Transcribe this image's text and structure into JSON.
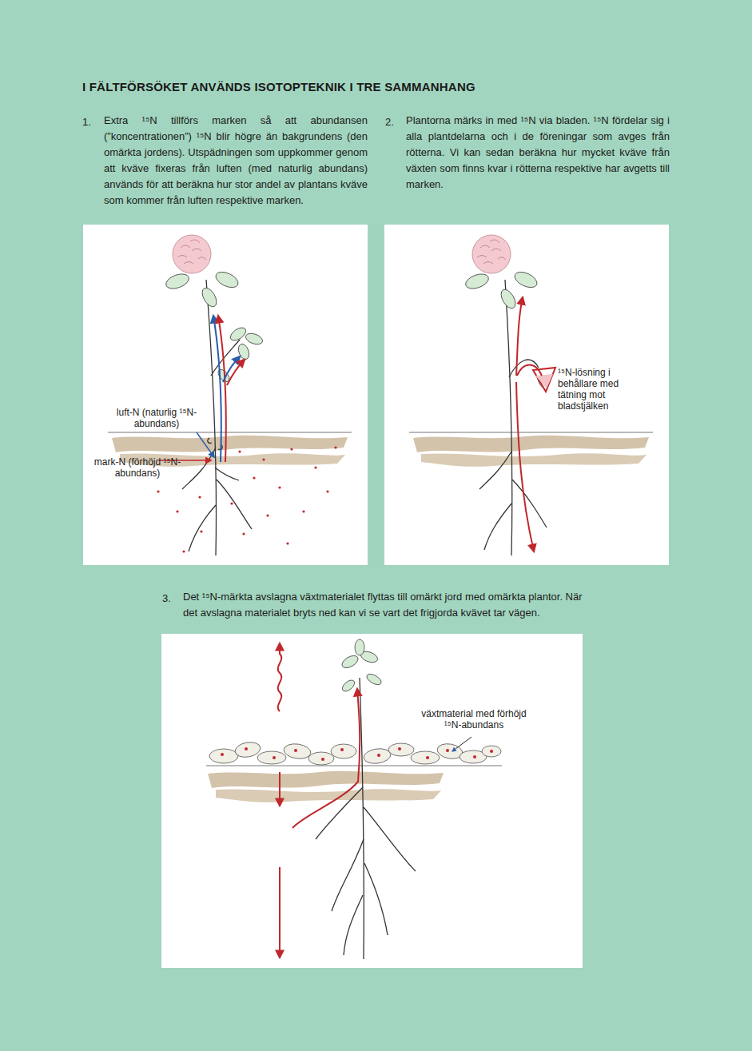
{
  "diagram": {
    "title": "I FÄLTFÖRSÖKET ANVÄNDS ISOTOPTEKNIK I TRE SAMMANHANG",
    "nodes": [
      {
        "text": [
          "luft-N (naturlig ¹⁵N-abundans)",
          "mark-N (förhöjd ¹⁵N-abundans)"
        ]
      },
      {
        "text": [
          "¹⁵N-lösning i behållare med tätning mot bladstjälken"
        ]
      },
      {
        "text": [
          "växtmaterial med förhöjd ¹⁵N-abundans"
        ]
      }
    ],
    "labels": [
      "1.",
      "Extra ¹⁵N tillförs marken så att abundansen (”koncentrationen”) ¹⁵N blir högre än bakgrundens (den omärkta jordens). Utspädningen som uppkommer genom att kväve fixeras från luften (med naturlig abundans) används för att beräkna hur stor andel av plantans kväve som kommer från luften respektive marken.",
      "2.",
      "Plantorna märks in med ¹⁵N via bladen. ¹⁵N fördelar sig i alla plantdelarna och i de föreningar som avges från rötterna. Vi kan sedan beräkna hur mycket kväve från växten som finns kvar i rötterna respektive har avgetts till marken.",
      "3.",
      "Det ¹⁵N-märkta avslagna växtmaterialet flyttas till omärkt jord med omärkta plantor. När det avslagna materialet bryts ned kan vi se vart det frigjorda kvävet tar vägen."
    ]
  }
}
